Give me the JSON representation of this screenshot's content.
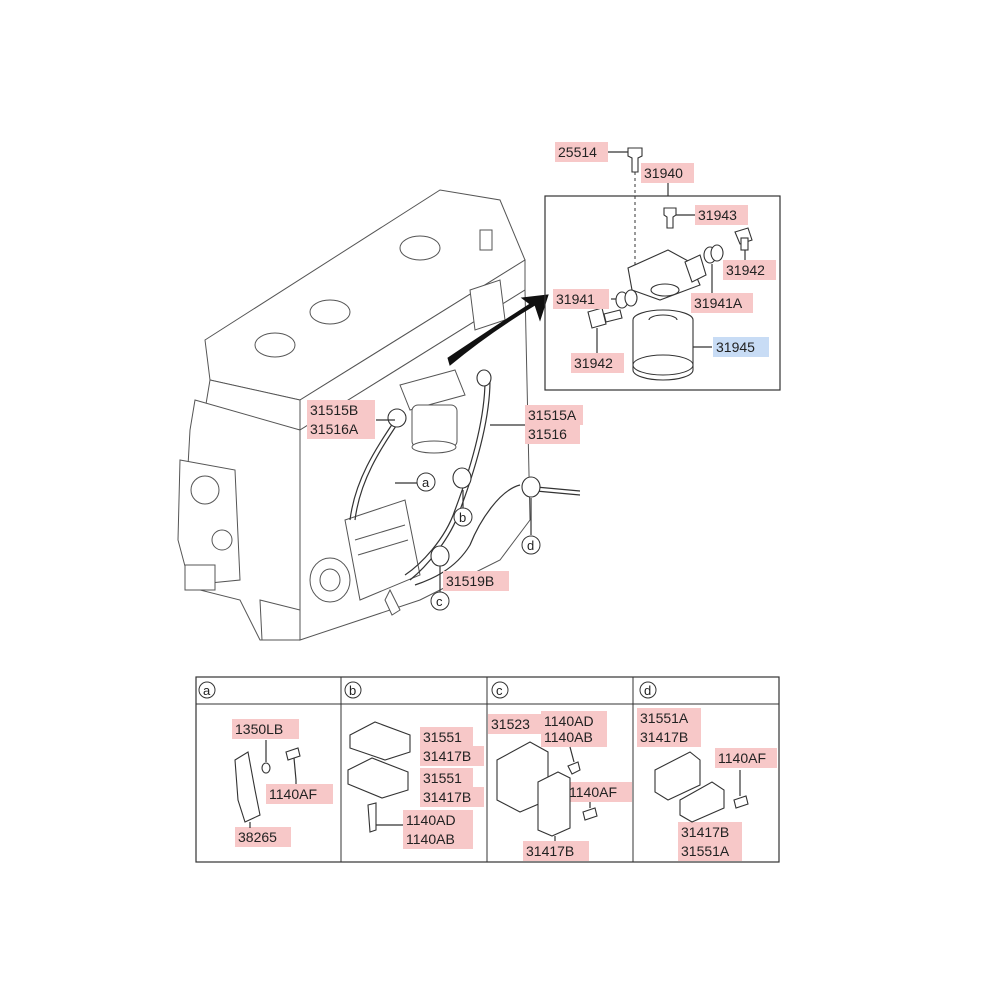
{
  "labels": {
    "p25514": "25514",
    "p31940": "31940",
    "p31943": "31943",
    "p31942a": "31942",
    "p31941": "31941",
    "p31941A": "31941A",
    "p31942b": "31942",
    "p31945": "31945",
    "p31515B": "31515B",
    "p31516A": "31516A",
    "p31515A": "31515A",
    "p31516": "31516",
    "p31519B": "31519B",
    "ca": "a",
    "cb": "b",
    "cc": "c",
    "cd": "d"
  },
  "sections": {
    "a": {
      "tag": "a",
      "l1": "1350LB",
      "l2": "1140AF",
      "l3": "38265"
    },
    "b": {
      "tag": "b",
      "l1": "31551",
      "l2": "31417B",
      "l3": "31551",
      "l4": "31417B",
      "l5": "1140AD",
      "l6": "1140AB"
    },
    "c": {
      "tag": "c",
      "l1": "31523",
      "l2": "1140AD",
      "l3": "1140AB",
      "l4": "1140AF",
      "l5": "31417B"
    },
    "d": {
      "tag": "d",
      "l1": "31551A",
      "l2": "31417B",
      "l3": "1140AF",
      "l4": "31417B",
      "l5": "31551A"
    }
  },
  "colors": {
    "label_highlight": "#f7c8c8",
    "label_highlight_blue": "#c8dcf5"
  }
}
